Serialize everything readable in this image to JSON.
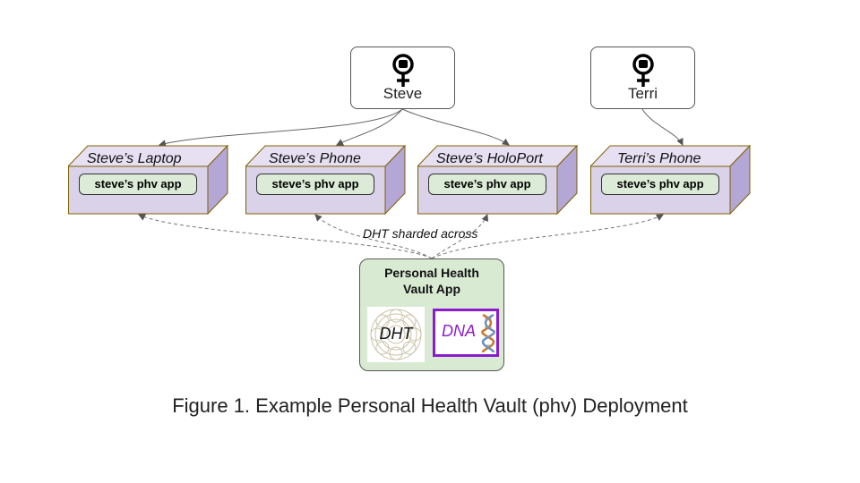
{
  "users": [
    {
      "name": "Steve"
    },
    {
      "name": "Terri"
    }
  ],
  "devices": [
    {
      "title": "Steve’s Laptop",
      "app": "steve’s phv app"
    },
    {
      "title": "Steve’s Phone",
      "app": "steve’s phv app"
    },
    {
      "title": "Steve’s HoloPort",
      "app": "steve’s phv app"
    },
    {
      "title": "Terri’s Phone",
      "app": "steve’s phv app"
    }
  ],
  "sharding_label": "DHT sharded across",
  "vault": {
    "title_line1": "Personal Health",
    "title_line2": "Vault App",
    "dht_label": "DHT",
    "dna_label": "DNA"
  },
  "caption": "Figure 1. Example Personal Health Vault (phv) Deployment",
  "colors": {
    "device_face": "#d9d2e9",
    "device_side": "#b4a7d6",
    "device_edge": "#7f6000",
    "pill": "#dcebd7",
    "vault_bg": "#d9ead3",
    "dna_accent": "#8a1ccf"
  }
}
